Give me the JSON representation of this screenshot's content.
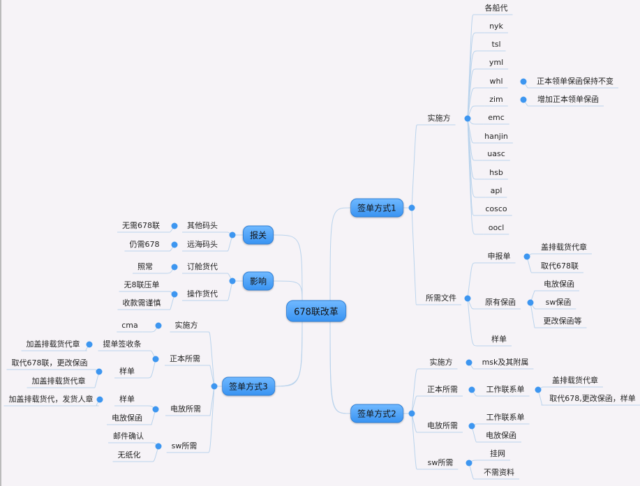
{
  "root": "678联改革",
  "sign1": {
    "label": "签单方式1",
    "impl": {
      "label": "实施方",
      "items": [
        "各船代",
        "nyk",
        "tsl",
        "yml",
        "whl",
        "zim",
        "emc",
        "hanjin",
        "uasc",
        "hsb",
        "apl",
        "cosco",
        "oocl"
      ],
      "whl_note": "正本领单保函保持不变",
      "zim_note": "增加正本领单保函"
    },
    "docs": {
      "label": "所需文件",
      "declare": {
        "label": "申报单",
        "items": [
          "盖排载货代章",
          "取代678联"
        ]
      },
      "guarantee": {
        "label": "原有保函",
        "items": [
          "电放保函",
          "sw保函",
          "更改保函等"
        ]
      },
      "sample": "样单"
    }
  },
  "sign2": {
    "label": "签单方式2",
    "impl": {
      "label": "实施方",
      "item": "msk及其附属"
    },
    "original": {
      "label": "正本所需",
      "contact": "工作联系单",
      "items": [
        "盖排载货代章",
        "取代678,更改保函，样单"
      ]
    },
    "telex": {
      "label": "电放所需",
      "items": [
        "工作联系单",
        "电放保函"
      ]
    },
    "sw": {
      "label": "sw所需",
      "items": [
        "挂网",
        "不需资料"
      ]
    }
  },
  "sign3": {
    "label": "签单方式3",
    "impl": {
      "label": "实施方",
      "item": "cma"
    },
    "original": {
      "label": "正本所需",
      "receipt": {
        "label": "提单签收条",
        "item": "加盖排载货代章"
      },
      "sample": {
        "label": "样单",
        "items": [
          "取代678联，更改保函",
          "加盖排载货代章"
        ]
      }
    },
    "telex": {
      "label": "电放所需",
      "sample": {
        "label": "样单",
        "item": "加盖排载货代，发货人章"
      },
      "guarantee": "电放保函"
    },
    "sw": {
      "label": "sw所需",
      "items": [
        "邮件确认",
        "无纸化"
      ]
    }
  },
  "customs": {
    "label": "报关",
    "other": {
      "label": "其他码头",
      "item": "无需678联"
    },
    "far": {
      "label": "远海码头",
      "item": "仍需678"
    }
  },
  "impact": {
    "label": "影响",
    "booking": {
      "label": "订舱货代",
      "item": "照常"
    },
    "operation": {
      "label": "操作货代",
      "items": [
        "无8联压单",
        "收款需谨慎"
      ]
    }
  },
  "colors": {
    "node": "#3a94f2",
    "dot": "#3d96f0",
    "line": "#b9d3ec"
  }
}
